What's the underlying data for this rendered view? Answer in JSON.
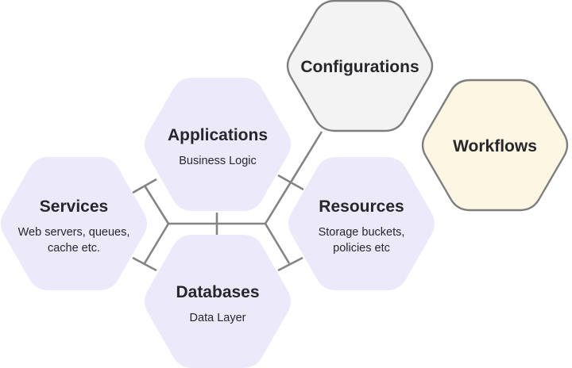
{
  "diagram": {
    "title": "",
    "colors": {
      "layer_fill": "#ECEAFA",
      "config_fill": "#F3F3F3",
      "workflow_fill": "#FCF6E2",
      "outline": "#7E7E7E",
      "connector": "#848484",
      "text": "#26262B"
    },
    "nodes": [
      {
        "id": "applications",
        "title": "Applications",
        "subtitle_lines": [
          "Business Logic"
        ],
        "style": "layer"
      },
      {
        "id": "services",
        "title": "Services",
        "subtitle_lines": [
          "Web servers, queues,",
          "cache etc."
        ],
        "style": "layer"
      },
      {
        "id": "resources",
        "title": "Resources",
        "subtitle_lines": [
          "Storage buckets,",
          "policies etc"
        ],
        "style": "layer"
      },
      {
        "id": "databases",
        "title": "Databases",
        "subtitle_lines": [
          "Data Layer"
        ],
        "style": "layer"
      },
      {
        "id": "configurations",
        "title": "Configurations",
        "subtitle_lines": [],
        "style": "config"
      },
      {
        "id": "workflows",
        "title": "Workflows",
        "subtitle_lines": [],
        "style": "workflow"
      }
    ],
    "connections": [
      {
        "from": "hub-left",
        "to": "services",
        "end": "upper"
      },
      {
        "from": "hub-left",
        "to": "services",
        "end": "lower"
      },
      {
        "from": "hub-left",
        "to": "hub-right",
        "via": "applications-databases-gap"
      },
      {
        "from": "hub-right",
        "to": "resources",
        "end": "upper"
      },
      {
        "from": "hub-right",
        "to": "resources",
        "end": "lower"
      },
      {
        "from": "hub-right",
        "to": "configurations"
      }
    ]
  }
}
